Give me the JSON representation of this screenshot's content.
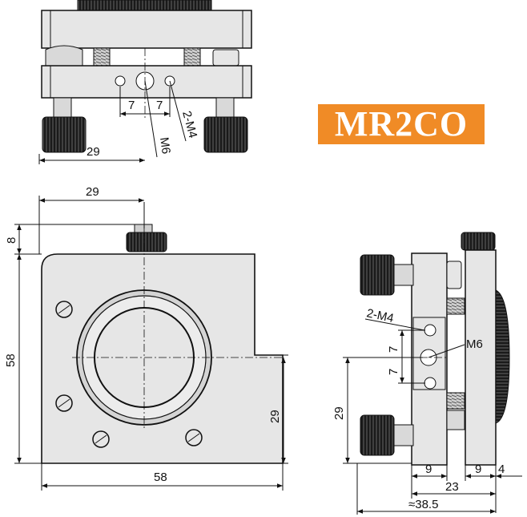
{
  "title": "MR2CO",
  "colors": {
    "badge": "#f08b26",
    "badge_text": "#ffffff",
    "line": "#111111",
    "metal": "#e6e6e6"
  },
  "top_view": {
    "dim_width": "29",
    "dim_left": "7",
    "dim_right": "7",
    "callout_m4": "2-M4",
    "callout_m6": "M6"
  },
  "front_view": {
    "dim_top_width": "29",
    "dim_top_height": "8",
    "dim_height": "58",
    "dim_width": "58",
    "dim_offset": "29"
  },
  "side_view": {
    "callout_m4": "2-M4",
    "callout_m6": "M6",
    "dim_upper": "7",
    "dim_lower": "7",
    "dim_height": "29",
    "dim_left": "9",
    "dim_right": "9",
    "dim_thick": "4",
    "dim_mid": "23",
    "dim_total": "≈38.5"
  }
}
